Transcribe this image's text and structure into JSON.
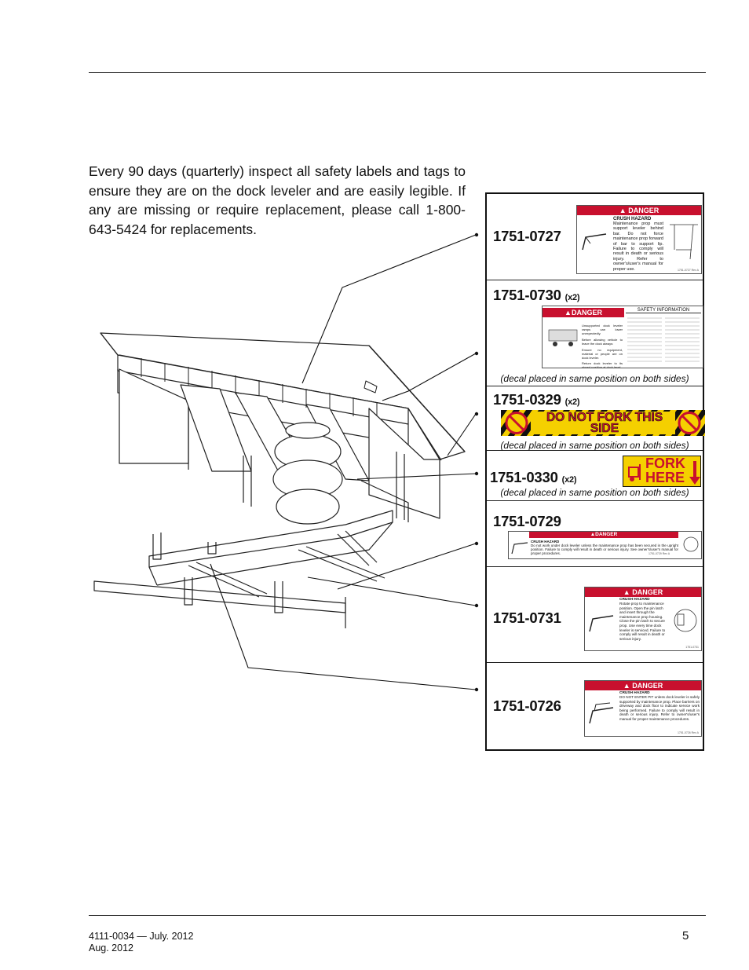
{
  "intro_text": "Every 90 days (quarterly) inspect all safety labels and tags to ensure they are on the dock leveler and are easily legible. If any are missing or require replacement, please call 1-800-643-5424 for replacements.",
  "labels": [
    {
      "part": "1751-0727",
      "qty": "",
      "decal": {
        "header": "DANGER",
        "title": "CRUSH HAZARD",
        "text": "Maintenance prop must support leveler behind bar. Do not force maintenance prop forward of bar to support lip. Failure to comply will result in death or serious injury. Refer to owner's/user's manual for proper use.",
        "code": "1751-0727 Rev A"
      }
    },
    {
      "part": "1751-0730",
      "qty": "(x2)",
      "caption": "(decal placed in same position on both sides)",
      "decal": {
        "header": "DANGER",
        "info_header": "SAFETY INFORMATION",
        "text": "Unsupported dock leveler ramps can lower unexpectedly.",
        "text2": "Before allowing vehicle to leave the dock always:",
        "bullets": [
          "Ensure no equipment, material or people are on dock leveler.",
          "Return dock leveler to its stored position at dock level."
        ]
      }
    },
    {
      "part": "1751-0329",
      "qty": "(x2)",
      "caption": "(decal placed in same position on both sides)",
      "decal": {
        "text": "DO NOT FORK THIS SIDE"
      }
    },
    {
      "part": "1751-0330",
      "qty": "(x2)",
      "caption": "(decal placed in same position on both sides)",
      "decal": {
        "text_line1": "FORK",
        "text_line2": "HERE"
      }
    },
    {
      "part": "1751-0729",
      "qty": "",
      "decal": {
        "header": "DANGER",
        "title": "CRUSH HAZARD",
        "text": "Do not work under dock leveler unless the maintenance prop has been secured in the upright position. Failure to comply will result in death or serious injury. See owner's/user's manual for proper procedures.",
        "code": "1751-0729 Rev A"
      }
    },
    {
      "part": "1751-0731",
      "qty": "",
      "decal": {
        "header": "DANGER",
        "title": "CRUSH HAZARD",
        "text": "Rotate prop to maintenance position. Open the pin latch and insert through the maintenance prop housing. Close the pin latch to secure prop. Use every time dock leveler is serviced. Failure to comply will result in death or serious injury.",
        "code": "1751-0731"
      }
    },
    {
      "part": "1751-0726",
      "qty": "",
      "decal": {
        "header": "DANGER",
        "title": "CRUSH HAZARD",
        "text": "DO NOT ENTER PIT unless dock leveler is safely supported by maintenance prop. Place barriers on driveway and dock floor to indicate service work being performed. Failure to comply will result in death or serious injury. Refer to owner's/user's manual for proper maintenance procedures.",
        "code": "1751-0726 Rev A"
      }
    }
  ],
  "footer": {
    "doc": "4111-0034 — July. 2012",
    "date": "Aug. 2012",
    "page": "5"
  },
  "colors": {
    "danger_red": "#c8102e",
    "stripe_yellow": "#f5d000",
    "stripe_black": "#111111"
  }
}
